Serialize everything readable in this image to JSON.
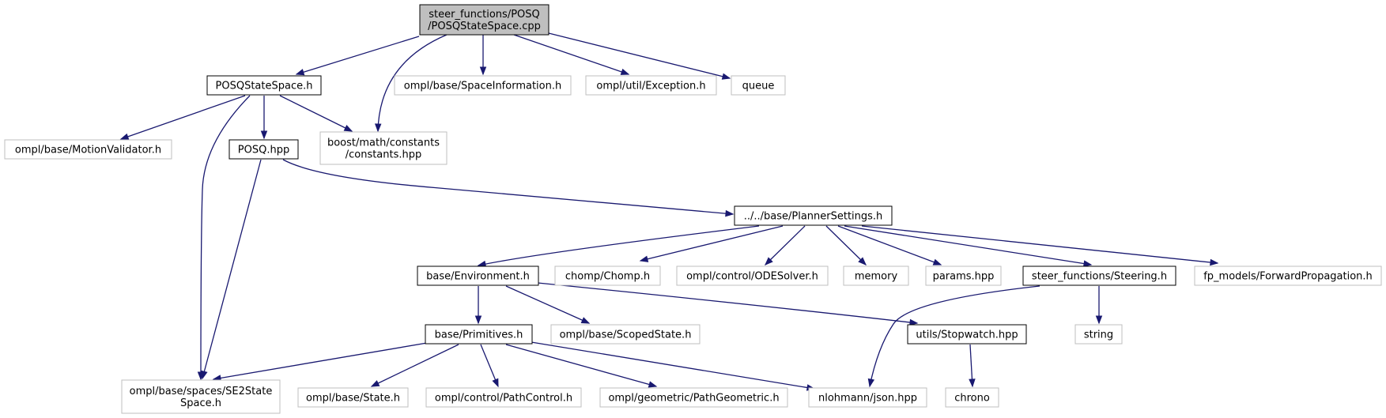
{
  "colors": {
    "edge": "#191970",
    "root_fill": "#bfbfbf",
    "node_fill": "#ffffff",
    "documented_border": "#000000",
    "external_border": "#bfbfbf",
    "text": "#000000"
  },
  "nodes": [
    {
      "id": "root",
      "kind": "root",
      "lines": [
        "steer_functions/POSQ",
        "/POSQStateSpace.cpp"
      ]
    },
    {
      "id": "posqstatespace_h",
      "kind": "documented",
      "lines": [
        "POSQStateSpace.h"
      ]
    },
    {
      "id": "spaceinformation_h",
      "kind": "external",
      "lines": [
        "ompl/base/SpaceInformation.h"
      ]
    },
    {
      "id": "exception_h",
      "kind": "external",
      "lines": [
        "ompl/util/Exception.h"
      ]
    },
    {
      "id": "queue",
      "kind": "external",
      "lines": [
        "queue"
      ]
    },
    {
      "id": "motionvalidator_h",
      "kind": "external",
      "lines": [
        "ompl/base/MotionValidator.h"
      ]
    },
    {
      "id": "posq_hpp",
      "kind": "documented",
      "lines": [
        "POSQ.hpp"
      ]
    },
    {
      "id": "constants_hpp",
      "kind": "external",
      "lines": [
        "boost/math/constants",
        "/constants.hpp"
      ]
    },
    {
      "id": "plannersettings_h",
      "kind": "documented",
      "lines": [
        "../../base/PlannerSettings.h"
      ]
    },
    {
      "id": "environment_h",
      "kind": "documented",
      "lines": [
        "base/Environment.h"
      ]
    },
    {
      "id": "chomp_h",
      "kind": "external",
      "lines": [
        "chomp/Chomp.h"
      ]
    },
    {
      "id": "odesolver_h",
      "kind": "external",
      "lines": [
        "ompl/control/ODESolver.h"
      ]
    },
    {
      "id": "memory",
      "kind": "external",
      "lines": [
        "memory"
      ]
    },
    {
      "id": "params_hpp",
      "kind": "external",
      "lines": [
        "params.hpp"
      ]
    },
    {
      "id": "steering_h",
      "kind": "documented",
      "lines": [
        "steer_functions/Steering.h"
      ]
    },
    {
      "id": "forwardpropagation_h",
      "kind": "external",
      "lines": [
        "fp_models/ForwardPropagation.h"
      ]
    },
    {
      "id": "primitives_h",
      "kind": "documented",
      "lines": [
        "base/Primitives.h"
      ]
    },
    {
      "id": "scopedstate_h",
      "kind": "external",
      "lines": [
        "ompl/base/ScopedState.h"
      ]
    },
    {
      "id": "stopwatch_hpp",
      "kind": "documented",
      "lines": [
        "utils/Stopwatch.hpp"
      ]
    },
    {
      "id": "string",
      "kind": "external",
      "lines": [
        "string"
      ]
    },
    {
      "id": "se2statespace_h",
      "kind": "external",
      "lines": [
        "ompl/base/spaces/SE2State",
        "Space.h"
      ]
    },
    {
      "id": "state_h",
      "kind": "external",
      "lines": [
        "ompl/base/State.h"
      ]
    },
    {
      "id": "pathcontrol_h",
      "kind": "external",
      "lines": [
        "ompl/control/PathControl.h"
      ]
    },
    {
      "id": "pathgeometric_h",
      "kind": "external",
      "lines": [
        "ompl/geometric/PathGeometric.h"
      ]
    },
    {
      "id": "json_hpp",
      "kind": "external",
      "lines": [
        "nlohmann/json.hpp"
      ]
    },
    {
      "id": "chrono",
      "kind": "external",
      "lines": [
        "chrono"
      ]
    }
  ],
  "edges": [
    {
      "from": "root",
      "to": "posqstatespace_h"
    },
    {
      "from": "root",
      "to": "constants_hpp"
    },
    {
      "from": "root",
      "to": "spaceinformation_h"
    },
    {
      "from": "root",
      "to": "exception_h"
    },
    {
      "from": "root",
      "to": "queue"
    },
    {
      "from": "posqstatespace_h",
      "to": "motionvalidator_h"
    },
    {
      "from": "posqstatespace_h",
      "to": "posq_hpp"
    },
    {
      "from": "posqstatespace_h",
      "to": "constants_hpp"
    },
    {
      "from": "posqstatespace_h",
      "to": "se2statespace_h"
    },
    {
      "from": "posq_hpp",
      "to": "plannersettings_h"
    },
    {
      "from": "posq_hpp",
      "to": "se2statespace_h"
    },
    {
      "from": "plannersettings_h",
      "to": "environment_h"
    },
    {
      "from": "plannersettings_h",
      "to": "chomp_h"
    },
    {
      "from": "plannersettings_h",
      "to": "odesolver_h"
    },
    {
      "from": "plannersettings_h",
      "to": "memory"
    },
    {
      "from": "plannersettings_h",
      "to": "params_hpp"
    },
    {
      "from": "plannersettings_h",
      "to": "steering_h"
    },
    {
      "from": "plannersettings_h",
      "to": "forwardpropagation_h"
    },
    {
      "from": "environment_h",
      "to": "primitives_h"
    },
    {
      "from": "environment_h",
      "to": "scopedstate_h"
    },
    {
      "from": "environment_h",
      "to": "stopwatch_hpp"
    },
    {
      "from": "steering_h",
      "to": "json_hpp"
    },
    {
      "from": "steering_h",
      "to": "string"
    },
    {
      "from": "primitives_h",
      "to": "se2statespace_h"
    },
    {
      "from": "primitives_h",
      "to": "state_h"
    },
    {
      "from": "primitives_h",
      "to": "pathcontrol_h"
    },
    {
      "from": "primitives_h",
      "to": "pathgeometric_h"
    },
    {
      "from": "primitives_h",
      "to": "json_hpp"
    },
    {
      "from": "stopwatch_hpp",
      "to": "chrono"
    }
  ]
}
